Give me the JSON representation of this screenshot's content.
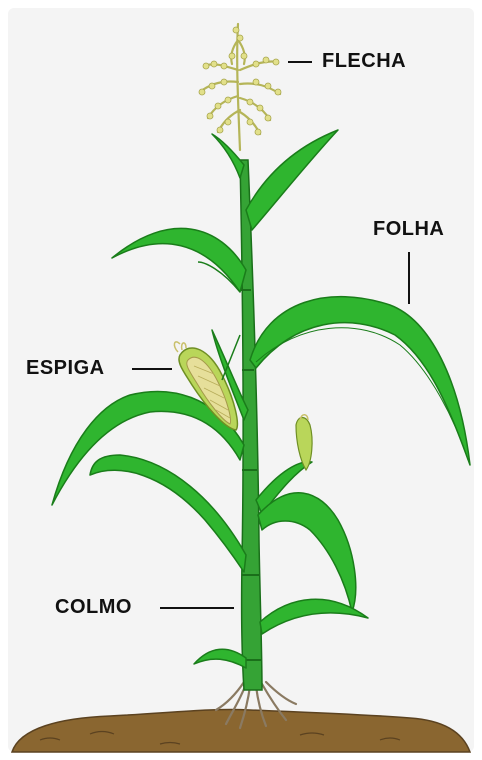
{
  "diagram": {
    "labels": {
      "flecha": "FLECHA",
      "folha": "FOLHA",
      "espiga": "ESPIGA",
      "colmo": "COLMO"
    },
    "colors": {
      "background": "#f4f4f4",
      "leaf": "#2fb52f",
      "leaf_dark": "#1a7d1a",
      "stalk": "#35a335",
      "tassel": "#d6d67a",
      "corn_husk": "#b9d65a",
      "kernels": "#e6df9a",
      "soil": "#8a6630",
      "roots": "#9a8a70",
      "label_text": "#111111"
    }
  }
}
